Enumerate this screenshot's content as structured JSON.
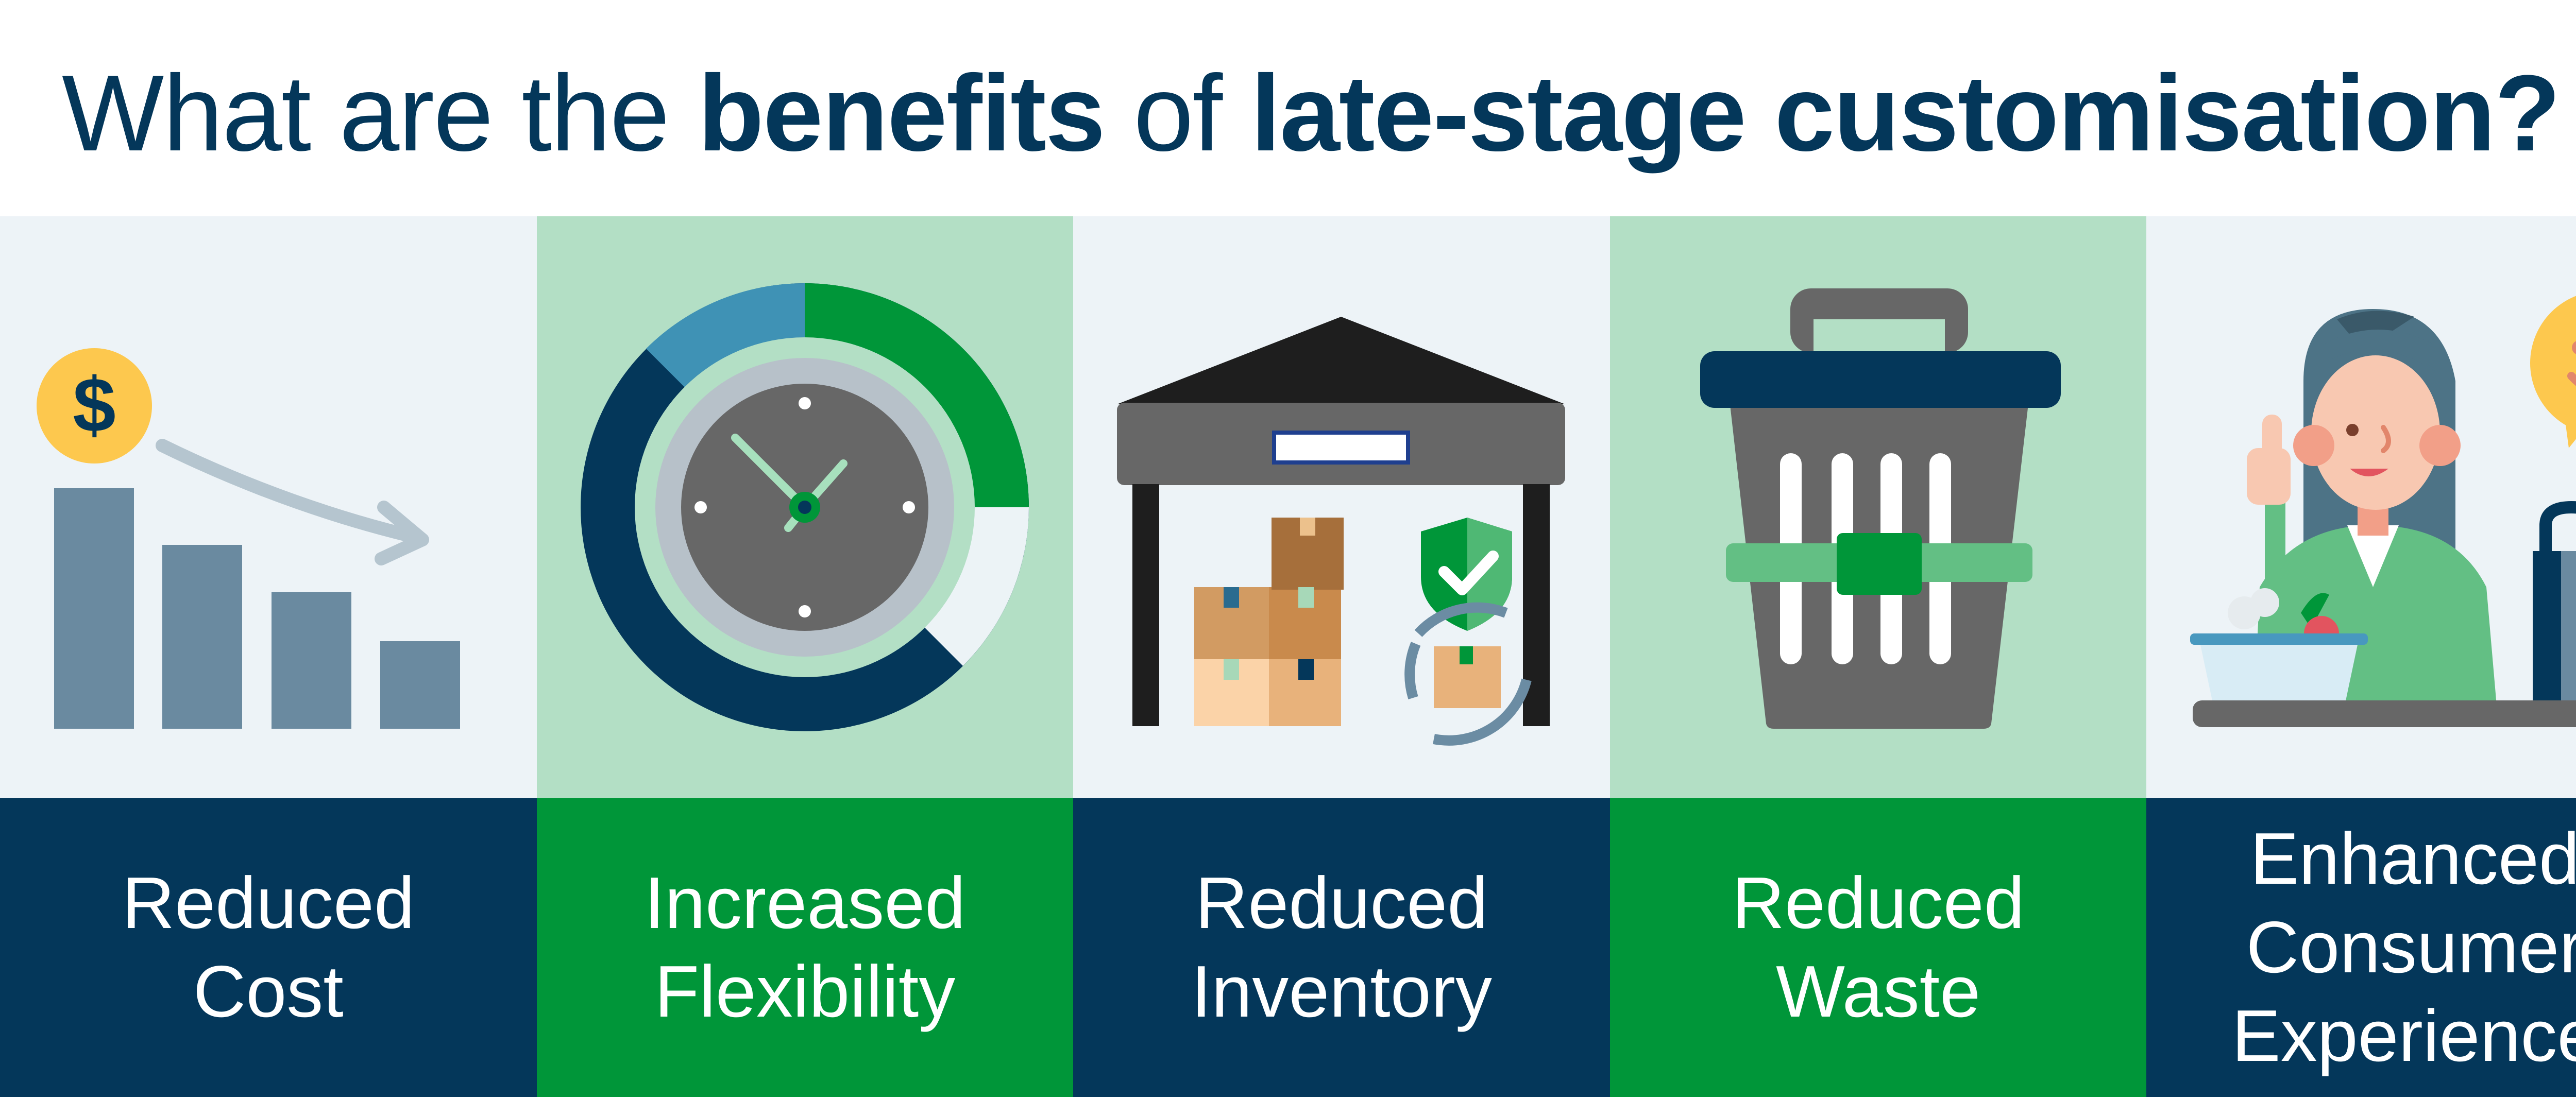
{
  "title": {
    "part1": "What are the ",
    "part2": "benefits",
    "part3": " of ",
    "part4": "late-stage customisation?"
  },
  "panels": [
    {
      "label": "Reduced\nCost",
      "icon": "cost-decrease-icon"
    },
    {
      "label": "Increased\nFlexibility",
      "icon": "clock-icon"
    },
    {
      "label": "Reduced\nInventory",
      "icon": "warehouse-icon"
    },
    {
      "label": "Reduced\nWaste",
      "icon": "trash-bin-icon"
    },
    {
      "label": "Enhanced\nConsumer\nExperience",
      "icon": "happy-customer-icon"
    }
  ],
  "colors": {
    "navy": "#04375a",
    "green": "#009639",
    "mint": "#b3dfc5",
    "light": "#edf3f7"
  },
  "icons": {
    "dollar_symbol": "$"
  }
}
